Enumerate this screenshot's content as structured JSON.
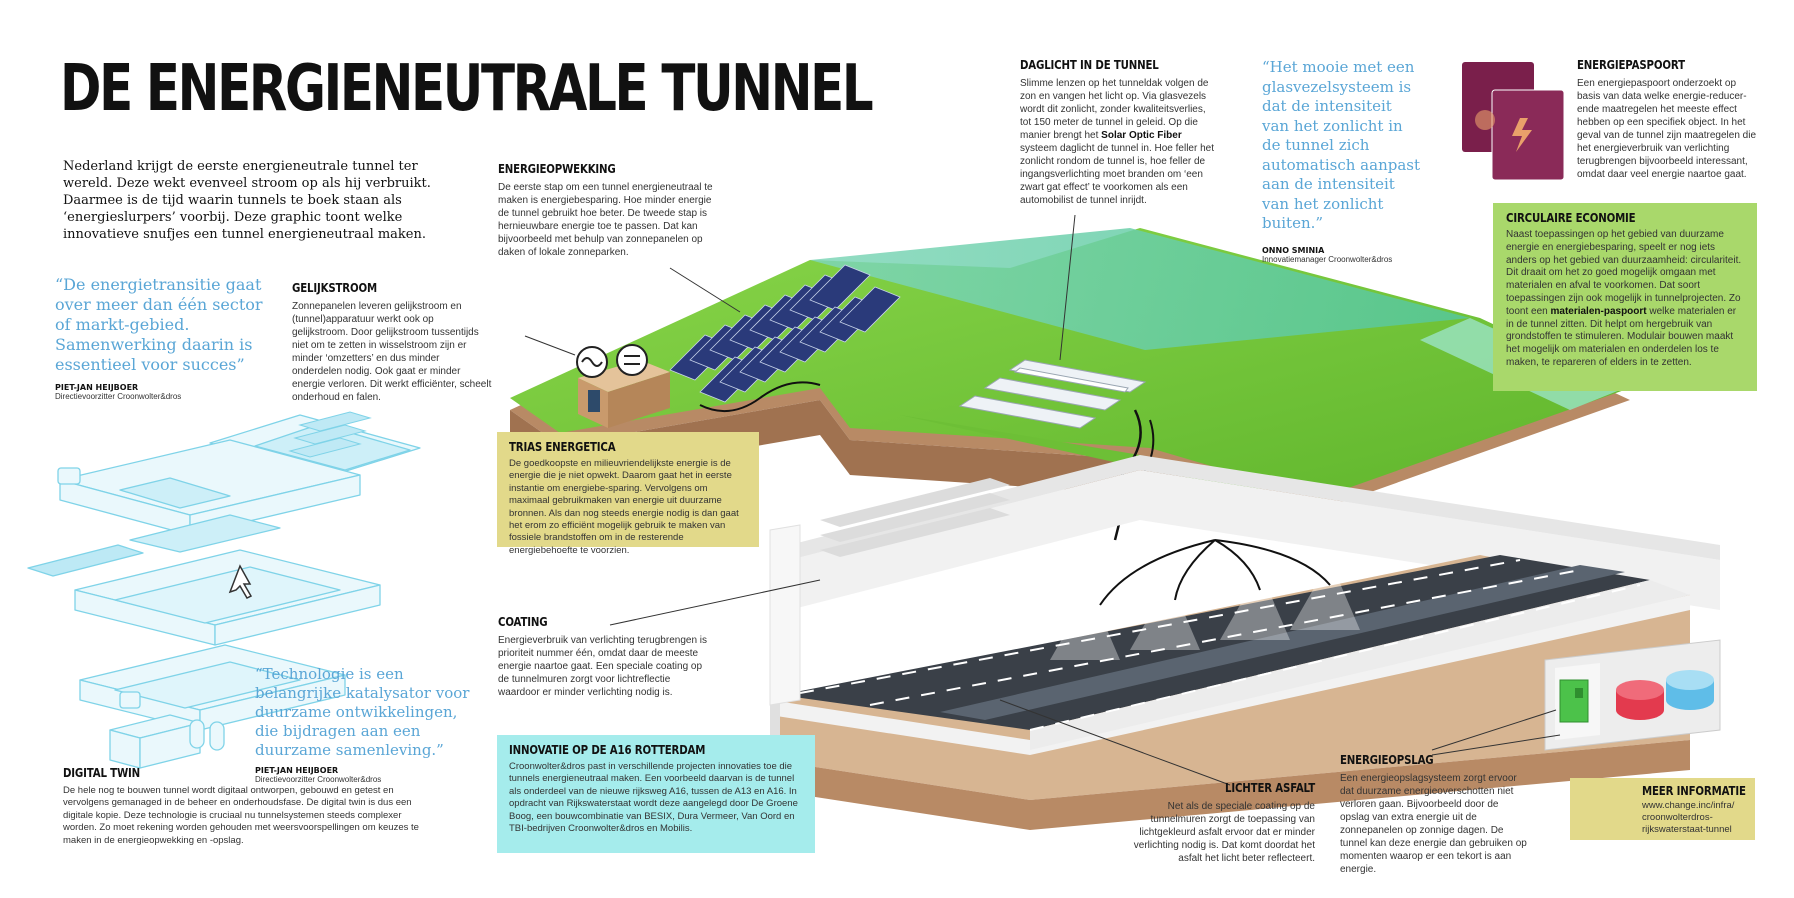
{
  "title": "DE ENERGIENEUTRALE TUNNEL",
  "intro": "Nederland krijgt de eerste energieneutrale tunnel ter wereld. Deze wekt evenveel stroom op als hij verbruikt. Daarmee is de tijd waarin tunnels te boek staan als ‘energieslurpers’ voorbij. Deze graphic toont welke innovatieve snufjes een tunnel energieneutraal maken.",
  "quotes": [
    {
      "text": "“De energietransitie gaat over meer dan één sector of markt-gebied. Samenwerking daarin is essentieel voor succes”",
      "name": "PIET-JAN HEIJBOER",
      "role": "Directievoorzitter Croonwolter&dros"
    },
    {
      "text": "“Technologie is een belangrijke katalysator voor duurzame ontwikkelingen, die bijdragen aan een duurzame samenleving.”",
      "name": "PIET-JAN HEIJBOER",
      "role": "Directievoorzitter Croonwolter&dros"
    },
    {
      "text": "“Het mooie met een glasvezelsysteem is dat de intensiteit van het zonlicht in de tunnel zich automatisch aanpast aan de intensiteit van het zonlicht buiten.”",
      "name": "ONNO SMINIA",
      "role": "Innovatiemanager Croonwolter&dros"
    }
  ],
  "sections": {
    "energieopwekking": {
      "heading": "ENERGIEOPWEKKING",
      "body": "De eerste stap om een tunnel energieneutraal te maken is energiebesparing. Hoe minder energie de tunnel gebruikt hoe beter. De tweede stap is hernieuwbare energie toe te passen. Dat kan bijvoorbeeld met behulp van zonnepanelen op daken of lokale zonneparken."
    },
    "gelijkstroom": {
      "heading": "GELIJKSTROOM",
      "body": "Zonnepanelen leveren gelijkstroom en (tunnel)apparatuur werkt ook op gelijkstroom. Door gelijkstroom tussentijds niet om te zetten in wisselstroom zijn er minder ‘omzetters’ en dus minder onderdelen nodig. Ook gaat er minder energie verloren. Dit werkt efficiënter, scheelt onderhoud en falen."
    },
    "daglicht": {
      "heading": "DAGLICHT IN DE TUNNEL",
      "body_pre": "Slimme lenzen op het tunneldak volgen de zon en vangen het licht op. Via glasvezels wordt dit zonlicht, zonder kwaliteitsverlies, tot 150 meter de tunnel in geleid. Op die manier brengt het ",
      "keyword": "Solar Optic Fiber",
      "body_post": " systeem daglicht de tunnel in. Hoe feller het zonlicht rondom de tunnel is, hoe feller de ingangsverlichting moet branden om ‘een zwart gat effect’ te voorkomen als een automobilist de tunnel inrijdt."
    },
    "paspoort": {
      "heading": "ENERGIEPASPOORT",
      "body": "Een energiepaspoort onderzoekt op basis van data welke energie-reducer-ende maatregelen het meeste effect hebben op een specifiek object. In het geval van de tunnel zijn maatregelen die het energieverbruik van verlichting terugbrengen bijvoorbeeld interessant, omdat daar veel energie naartoe gaat."
    },
    "circulair": {
      "heading": "CIRCULAIRE ECONOMIE",
      "body_pre": "Naast toepassingen op het gebied van duurzame energie en energiebesparing, speelt er nog iets anders op het gebied van duurzaamheid: circulariteit. Dit draait om het zo goed mogelijk omgaan met materialen en afval te voorkomen. Dat soort toepassingen zijn ook mogelijk in tunnelprojecten. Zo toont een ",
      "keyword": "materialen-paspoort",
      "body_post": " welke materialen er in de tunnel zitten. Dit helpt om hergebruik van grondstoffen te stimuleren. Modulair bouwen maakt het mogelijk om materialen en onderdelen los te maken, te repareren of elders in te zetten."
    },
    "trias": {
      "heading": "TRIAS ENERGETICA",
      "body": "De goedkoopste en milieuvriendelijkste energie is de energie die je niet opwekt. Daarom gaat het in eerste instantie om energiebe-sparing. Vervolgens om maximaal gebruikmaken van energie uit duurzame bronnen. Als dan nog steeds energie nodig is dan gaat het erom zo efficiënt mogelijk gebruik te maken van fossiele brandstoffen om in de resterende energiebehoefte te voorzien."
    },
    "coating": {
      "heading": "COATING",
      "body": "Energieverbruik van verlichting terugbrengen is prioriteit nummer één, omdat daar de meeste energie naartoe gaat. Een speciale coating op de tunnelmuren zorgt voor lichtreflectie waardoor er minder verlichting nodig is."
    },
    "innovatie": {
      "heading": "INNOVATIE OP DE A16 ROTTERDAM",
      "body": "Croonwolter&dros past in verschillende projecten innovaties toe die tunnels energieneutraal maken. Een voorbeeld daarvan is de tunnel als onderdeel van de nieuwe rijksweg A16, tussen de A13 en A16. In opdracht van Rijkswaterstaat wordt deze aangelegd door De Groene Boog, een bouwcombinatie van BESIX, Dura Vermeer, Van Oord en TBI-bedrijven Croonwolter&dros en Mobilis."
    },
    "twin": {
      "heading": "DIGITAL TWIN",
      "body": "De hele nog te bouwen tunnel wordt digitaal ontworpen, gebouwd en getest en vervolgens gemanaged in de beheer en onderhoudsfase. De digital twin is dus een digitale kopie. Deze technologie is cruciaal nu tunnelsystemen steeds complexer worden. Zo moet rekening worden gehouden met weersvoorspellingen om keuzes te maken in de energieopwekking en -opslag."
    },
    "asfalt": {
      "heading": "LICHTER ASFALT",
      "body": "Net als de speciale coating op de tunnelmuren zorgt de toepassing van lichtgekleurd asfalt ervoor dat er minder verlichting nodig is. Dat komt doordat het asfalt het licht beter reflecteert."
    },
    "opslag": {
      "heading": "ENERGIEOPSLAG",
      "body": "Een energieopslagsysteem zorgt ervoor dat duurzame energieoverschotten niet verloren gaan. Bijvoorbeeld door de opslag van extra energie uit de zonnepanelen op zonnige dagen. De tunnel kan deze energie dan gebruiken op momenten waarop er een tekort is aan energie."
    },
    "meer": {
      "heading": "MEER INFORMATIE",
      "url": "www.change.inc/infra/ croonwolterdros-rijkswaterstaat-tunnel"
    }
  },
  "colors": {
    "yellow_box": "#e2d98a",
    "green_box": "#a9d86b",
    "cyan_box": "#a5ecec",
    "quote": "#5aa6d6",
    "grass": "#7ccd3d",
    "passport": "#7a1f4b"
  }
}
